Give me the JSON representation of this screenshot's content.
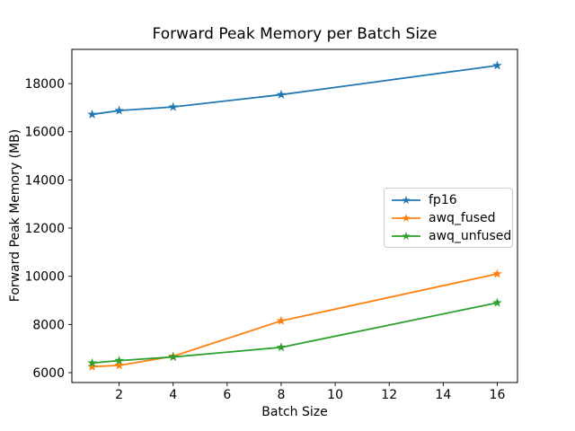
{
  "chart_data": {
    "type": "line",
    "title": "Forward Peak Memory per Batch Size",
    "xlabel": "Batch Size",
    "ylabel": "Forward Peak Memory (MB)",
    "x": [
      1,
      2,
      4,
      8,
      16
    ],
    "series": [
      {
        "name": "fp16",
        "color": "#1f77b4",
        "values": [
          16720,
          16880,
          17030,
          17540,
          18750
        ]
      },
      {
        "name": "awq_fused",
        "color": "#ff7f0e",
        "values": [
          6250,
          6300,
          6680,
          8150,
          10100
        ]
      },
      {
        "name": "awq_unfused",
        "color": "#2ca02c",
        "values": [
          6400,
          6500,
          6650,
          7050,
          8900
        ]
      }
    ],
    "xticks": [
      2,
      4,
      6,
      8,
      10,
      12,
      14,
      16
    ],
    "yticks": [
      6000,
      8000,
      10000,
      12000,
      14000,
      16000,
      18000
    ],
    "xlim": [
      0.25,
      16.75
    ],
    "ylim": [
      5590,
      19420
    ],
    "grid": false,
    "marker": "star",
    "legend_position": "center-right",
    "axis_color": "#000000",
    "background": "#ffffff"
  }
}
